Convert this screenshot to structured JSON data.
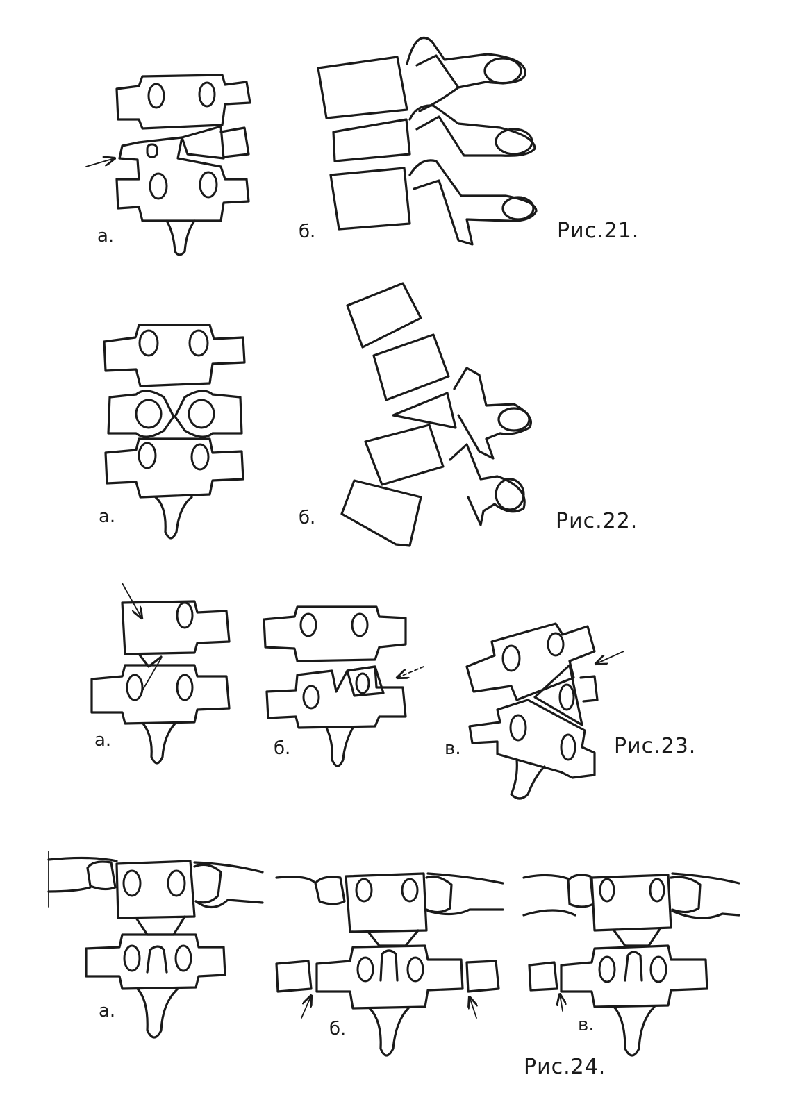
{
  "figures": {
    "fig21": {
      "caption": "Рис.21.",
      "panel_a_label": "а.",
      "panel_b_label": "б."
    },
    "fig22": {
      "caption": "Рис.22.",
      "panel_a_label": "а.",
      "panel_b_label": "б."
    },
    "fig23": {
      "caption": "Рис.23.",
      "panel_a_label": "а.",
      "panel_b_label": "б.",
      "panel_c_label": "в."
    },
    "fig24": {
      "caption": "Рис.24.",
      "panel_a_label": "а.",
      "panel_b_label": "б.",
      "panel_c_label": "в."
    }
  },
  "colors": {
    "ink": "#1a1a1a",
    "paper": "#ffffff"
  }
}
